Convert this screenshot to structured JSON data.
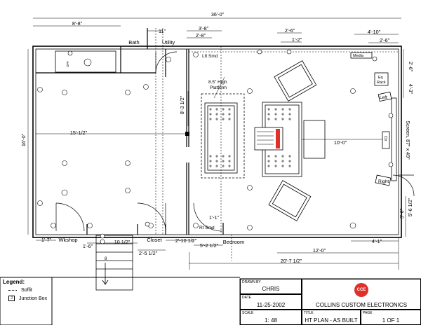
{
  "dimensions": {
    "overall_width": "36'-0\"",
    "left_room_width": "8'-8\"",
    "bath_door": "11\"",
    "top_3_8": "3'-8\"",
    "top_2_8": "2'-8\"",
    "top_2_6": "2'-6\"",
    "top_1_2": "1'-2\"",
    "top_4_10": "4'-10\"",
    "top_2_6b": "2'-6\"",
    "right_2_6": "2'-6\"",
    "right_4_3": "4'-3\"",
    "screen_diag": "Screen, 87\" x 49\"",
    "right_3_6": "3'-6\"",
    "right_5_6": "5'-6 1/2\"",
    "platform_depth": "8'-3 1/2\"",
    "room_height": "16'-0\"",
    "mid_width": "15'-1/2\"",
    "seating_to_screen": "10'-0\"",
    "bottom_1_7": "1'-7\"",
    "bottom_1_6": "1'-6\"",
    "bottom_10_5": "10 1/2\"",
    "bottom_2_5": "2'-5 1/2\"",
    "bottom_2_10": "2'-10 1/2\"",
    "bottom_5_2": "5'-2 1/2\"",
    "bottom_1_1": "1'-1\"",
    "bottom_12_0": "12'-0\"",
    "bottom_4_1": "4'-1\"",
    "bottom_20_7": "20'-7 1/2\""
  },
  "rooms": {
    "bath": "Bath",
    "utility": "Utility",
    "wkshop": "Wkshop",
    "closet": "Closet",
    "bedroom": "Bedroom"
  },
  "labels": {
    "platform": [
      "8.5\" High",
      "Platform"
    ],
    "lft_smd": "Lft Smd",
    "rt_smd": "Rt Smd",
    "media": "Media",
    "eq_rack": [
      "Eq",
      "Rack"
    ],
    "left_spk": "Left",
    "right_spk": "Right",
    "ctr": "Ctr",
    "off": "OFF",
    "stair_num": "8"
  },
  "legend": {
    "title": "Legend:",
    "items": [
      {
        "symbol": "dotted-line",
        "label": "Soffit"
      },
      {
        "symbol": "junction-box",
        "label": "Junction Box"
      }
    ]
  },
  "title_block": {
    "drawn_by_label": "DRAWN BY",
    "drawn_by": "CHRIS",
    "date_label": "DATE",
    "date": "11-25-2002",
    "scale_label": "SCALE",
    "scale": "1: 48",
    "title_label": "TITLE",
    "title": "HT PLAN - AS BUILT",
    "page_label": "PAGE",
    "page": "1 OF 1",
    "logo_text": "CCE",
    "company": "COLLINS CUSTOM ELECTRONICS",
    "logo_color": "#e0302a"
  }
}
